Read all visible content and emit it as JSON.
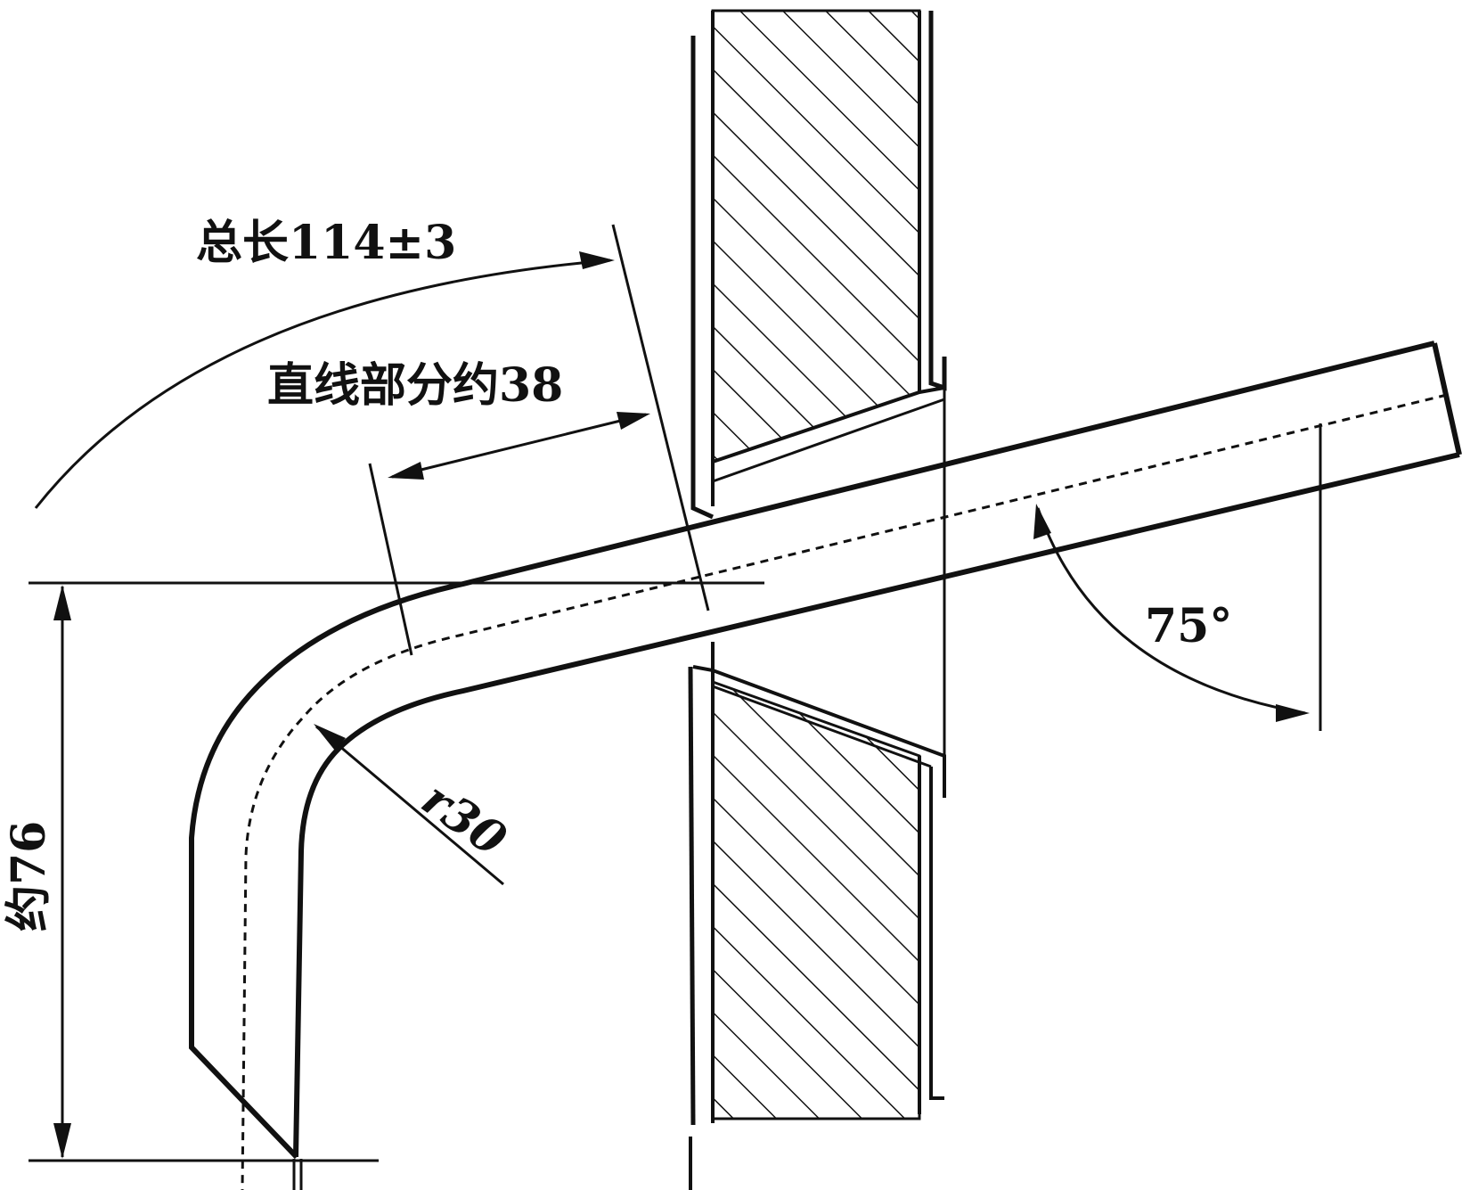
{
  "figure": {
    "labels": {
      "total_length": "总长114±3",
      "straight_part": "直线部分约38",
      "angle": "75°",
      "radius": "r30",
      "height": "约76"
    }
  },
  "colors": {
    "ink": "#111111",
    "background": "#ffffff"
  }
}
